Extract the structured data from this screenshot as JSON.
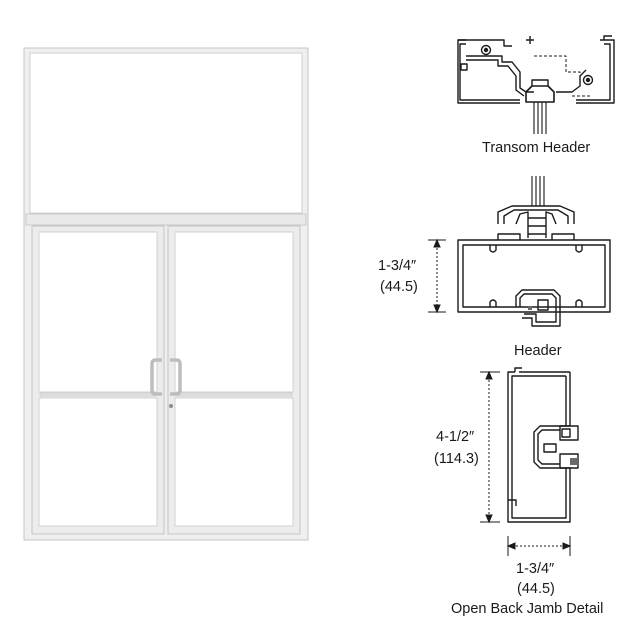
{
  "labels": {
    "transom_header": "Transom Header",
    "header": "Header",
    "header_dim_in": "1-3/4″",
    "header_dim_mm": "(44.5)",
    "jamb_depth_in": "4-1/2″",
    "jamb_depth_mm": "(114.3)",
    "jamb_width_in": "1-3/4″",
    "jamb_width_mm": "(44.5)",
    "jamb_detail": "Open Back Jamb Detail"
  },
  "colors": {
    "frame_fill": "#efefef",
    "frame_stroke": "#c6c6c6",
    "glass": "#ffffff",
    "transom_glass": "#ffffff",
    "line": "#1a1a1a",
    "text": "#1a1a1a"
  }
}
